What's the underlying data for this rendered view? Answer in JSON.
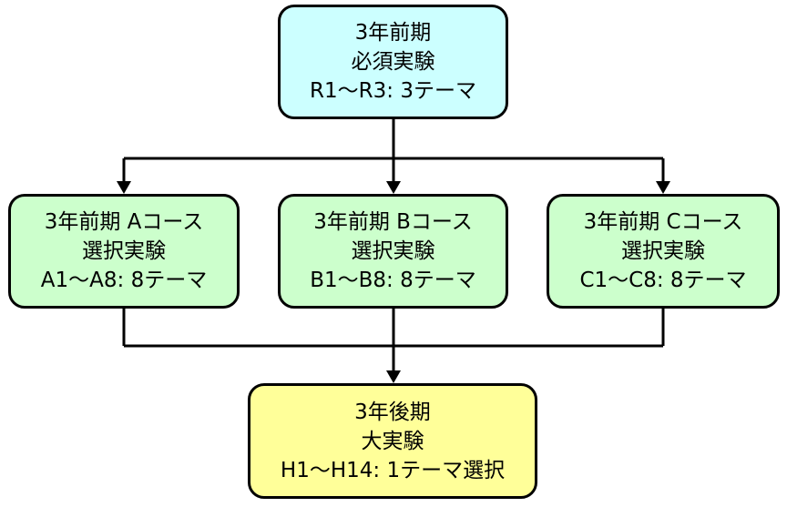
{
  "colors": {
    "required": "#ccffff",
    "elective": "#ccffcc",
    "final": "#ffff99",
    "line": "#000000"
  },
  "nodes": {
    "required": {
      "line1": "3年前期",
      "line2": "必須実験",
      "line3": "R1～R3: 3テーマ"
    },
    "course_a": {
      "line1": "3年前期 Aコース",
      "line2": "選択実験",
      "line3": "A1～A8: 8テーマ"
    },
    "course_b": {
      "line1": "3年前期 Bコース",
      "line2": "選択実験",
      "line3": "B1～B8: 8テーマ"
    },
    "course_c": {
      "line1": "3年前期 Cコース",
      "line2": "選択実験",
      "line3": "C1～C8: 8テーマ"
    },
    "final": {
      "line1": "3年後期",
      "line2": "大実験",
      "line3": "H1～H14: 1テーマ選択"
    }
  }
}
